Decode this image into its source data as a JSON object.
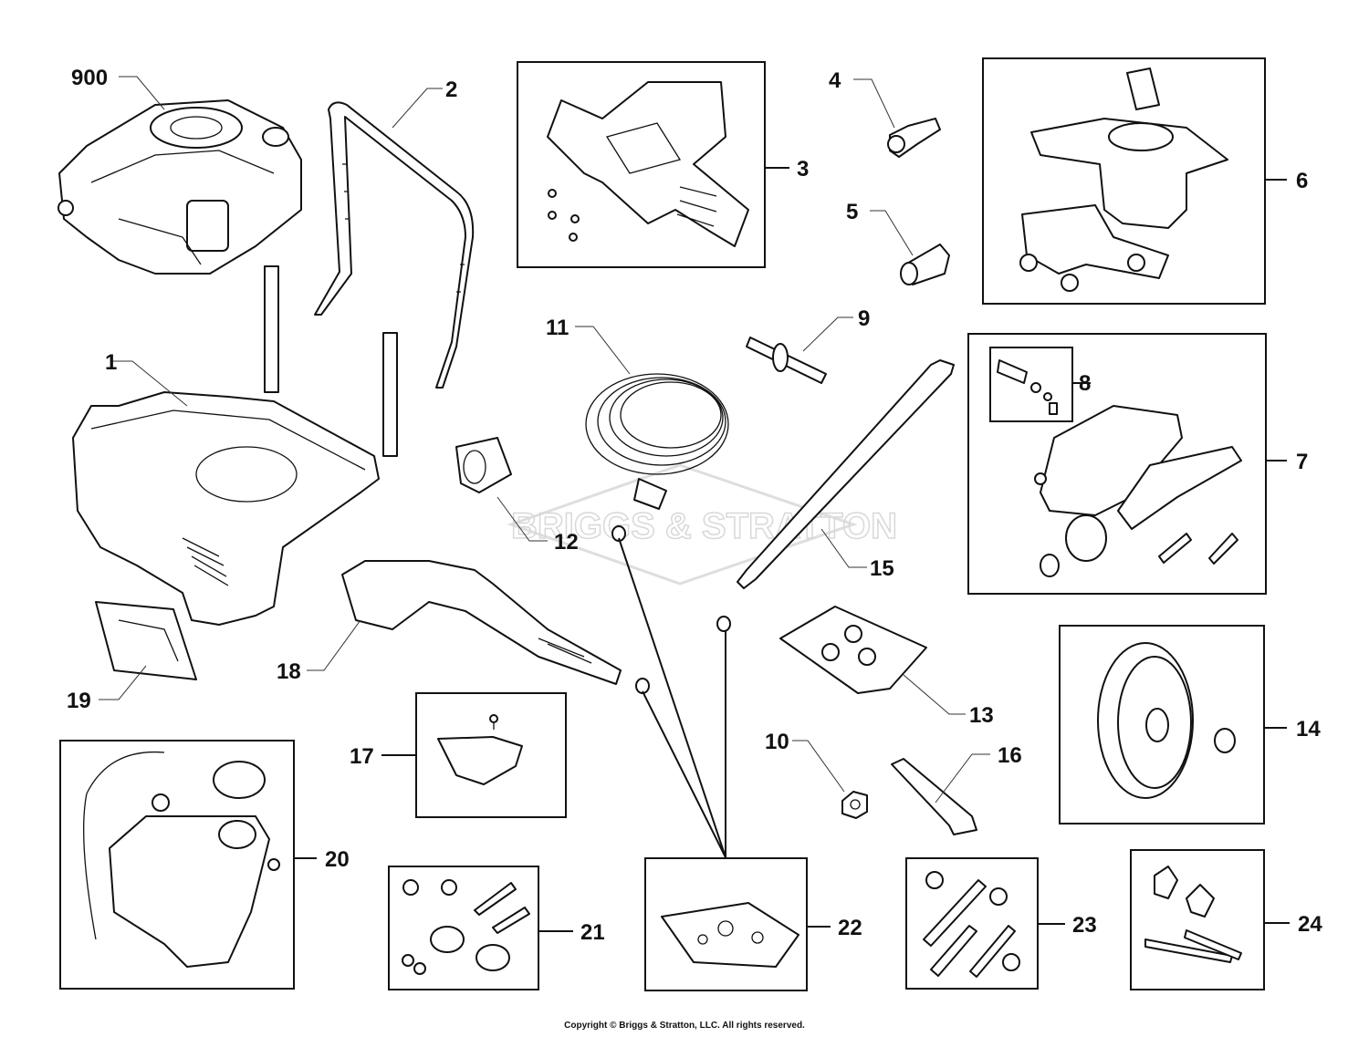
{
  "watermark": "BRIGGS & STRATTON",
  "copyright": "Copyright © Briggs & Stratton, LLC. All rights reserved.",
  "labels": {
    "p900": "900",
    "p1": "1",
    "p2": "2",
    "p3": "3",
    "p4": "4",
    "p5": "5",
    "p6": "6",
    "p7": "7",
    "p8": "8",
    "p9": "9",
    "p10": "10",
    "p11": "11",
    "p12": "12",
    "p13": "13",
    "p14": "14",
    "p15": "15",
    "p16": "16",
    "p17": "17",
    "p18": "18",
    "p19": "19",
    "p20": "20",
    "p21": "21",
    "p22": "22",
    "p23": "23",
    "p24": "24"
  }
}
